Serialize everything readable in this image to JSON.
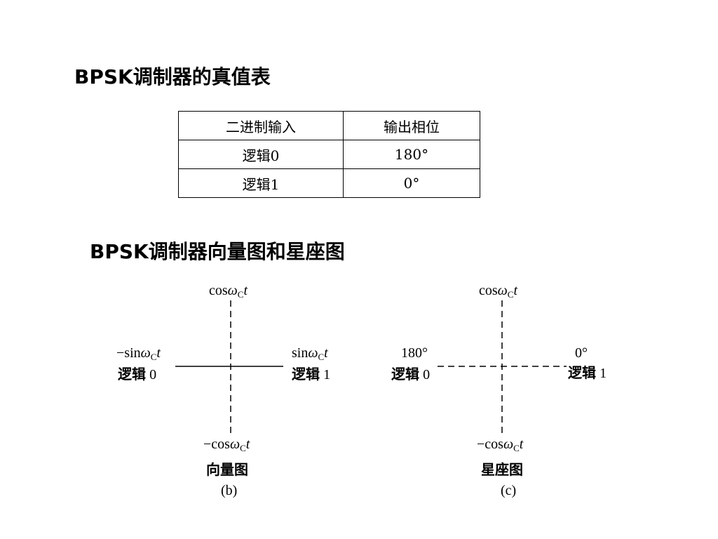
{
  "title_table": "BPSK调制器的真值表",
  "table": {
    "headers": [
      "二进制输入",
      "输出相位"
    ],
    "rows": [
      [
        "逻辑0",
        "180°"
      ],
      [
        "逻辑1",
        "0°"
      ]
    ]
  },
  "title_diagrams": "BPSK调制器向量图和星座图",
  "vector_diagram": {
    "top": {
      "pre": "cos",
      "w": "ω",
      "sub": "C",
      "t": "t"
    },
    "bottom": {
      "pre": "−cos",
      "w": "ω",
      "sub": "C",
      "t": "t"
    },
    "left_axis": {
      "pre": "−sin",
      "w": "ω",
      "sub": "C",
      "t": "t"
    },
    "right_axis": {
      "pre": "sin",
      "w": "ω",
      "sub": "C",
      "t": "t"
    },
    "left_cn": "逻辑",
    "left_num": "0",
    "right_cn": "逻辑",
    "right_num": "1",
    "name": "向量图",
    "label": "(b)"
  },
  "constellation_diagram": {
    "top": {
      "pre": "cos",
      "w": "ω",
      "sub": "C",
      "t": "t"
    },
    "bottom": {
      "pre": "−cos",
      "w": "ω",
      "sub": "C",
      "t": "t"
    },
    "left_phase": "180°",
    "right_phase": "0°",
    "left_cn": "逻辑",
    "left_num": "0",
    "right_cn": "逻辑",
    "right_num": "1",
    "name": "星座图",
    "label": "(c)"
  }
}
